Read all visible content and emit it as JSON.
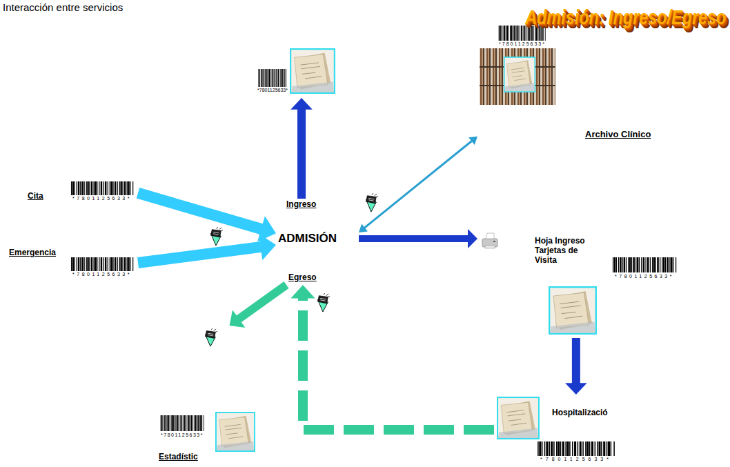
{
  "diagram": {
    "title": "Admisión: Ingreso/Egreso",
    "nodes": [
      {
        "text": [
          "*7801125633*"
        ]
      },
      {
        "text": [
          "*7801125633*",
          "Archivo Clínico"
        ]
      },
      {
        "text": [
          "Cita",
          "*7801125633*"
        ]
      },
      {
        "text": [
          "Ingreso"
        ]
      },
      {
        "text": [
          "ADMISIÓN"
        ]
      },
      {
        "text": [
          "Hoja Ingreso Tarjetas de Visita",
          "*7801125633*"
        ]
      },
      {
        "text": [
          "Emergencia",
          "*7801125633*"
        ]
      },
      {
        "text": [
          "Egreso"
        ]
      },
      {
        "text": [
          "*7801125633*",
          "Estadístic"
        ]
      },
      {
        "text": [
          "Hospitalizació",
          "*7801125633*"
        ]
      }
    ],
    "edges": [
      {
        "from": 2,
        "to": 4,
        "arrow": "to"
      },
      {
        "from": 6,
        "to": 4,
        "arrow": "to"
      },
      {
        "from": 3,
        "to": 0,
        "arrow": "to"
      },
      {
        "from": 4,
        "to": 1,
        "arrow": "both"
      },
      {
        "from": 4,
        "to": 5,
        "arrow": "to"
      },
      {
        "from": 5,
        "to": 9,
        "arrow": "to"
      },
      {
        "from": 9,
        "to": 7,
        "arrow": "to"
      },
      {
        "from": 7,
        "to": 8,
        "arrow": "to"
      }
    ],
    "labels": [
      "Interacción entre servicios"
    ]
  }
}
